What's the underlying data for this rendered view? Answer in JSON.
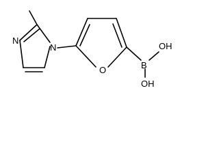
{
  "diagram": {
    "labels": {
      "imidazole_n3": "N",
      "imidazole_n1": "N",
      "furan_o": "O",
      "boron": "B",
      "oh_upper": "OH",
      "oh_lower": "OH"
    }
  }
}
